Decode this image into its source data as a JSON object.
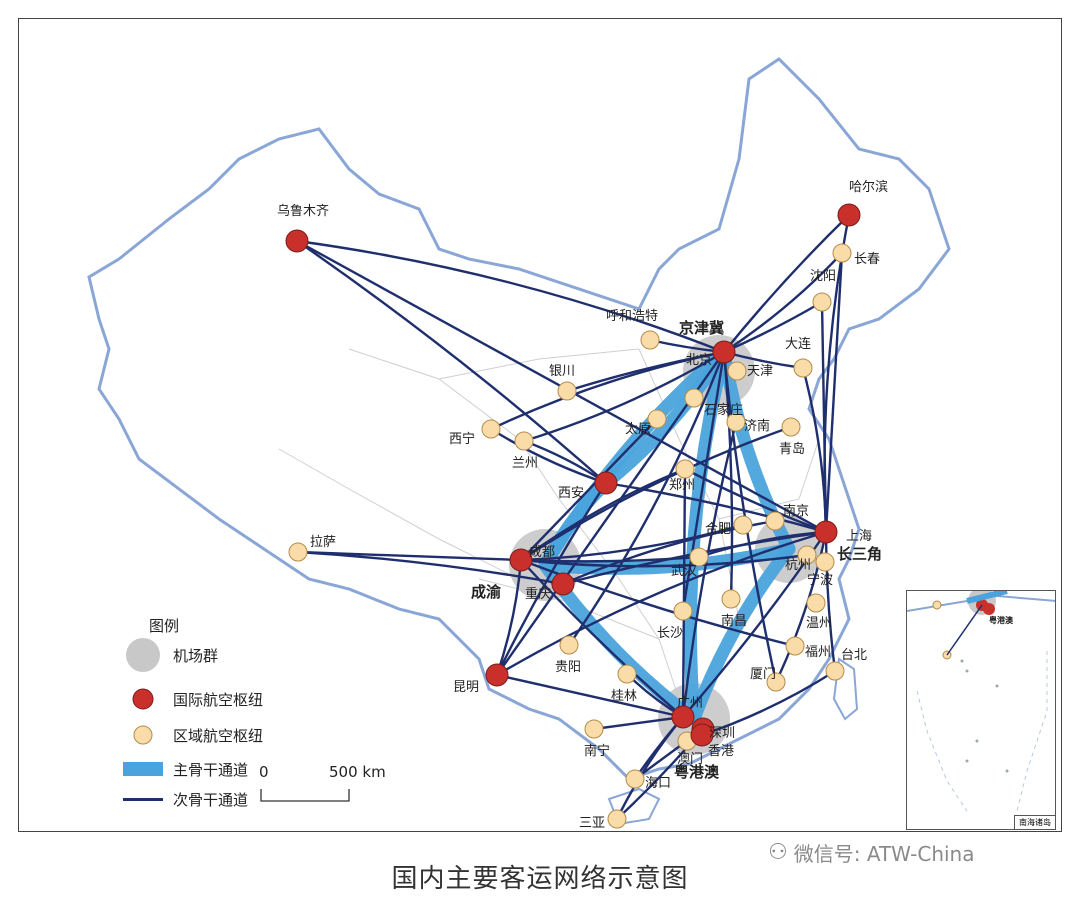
{
  "caption": "国内主要客运网络示意图",
  "watermark": "微信号: ATW-China",
  "colors": {
    "main_trunk": "#4aa3dc",
    "secondary_trunk": "#1f2f6e",
    "international_hub": "#c9302c",
    "regional_hub": "#f9dca7",
    "cluster": "#c8c8c8",
    "border": "#8aa6d6"
  },
  "clusters": [
    {
      "id": "jjj",
      "label": "京津冀"
    },
    {
      "id": "cy",
      "label": "成渝"
    },
    {
      "id": "csj",
      "label": "长三角"
    },
    {
      "id": "ygd",
      "label": "粤港澳"
    }
  ],
  "international_hubs": [
    {
      "id": "wlmq",
      "label": "乌鲁木齐"
    },
    {
      "id": "hrb",
      "label": "哈尔滨"
    },
    {
      "id": "bj",
      "label": "北京"
    },
    {
      "id": "xa",
      "label": "西安"
    },
    {
      "id": "cd",
      "label": "成都"
    },
    {
      "id": "cq",
      "label": "重庆"
    },
    {
      "id": "sh",
      "label": "上海"
    },
    {
      "id": "km",
      "label": "昆明"
    },
    {
      "id": "gz",
      "label": "广州"
    },
    {
      "id": "sz",
      "label": "深圳"
    },
    {
      "id": "hk",
      "label": "香港"
    }
  ],
  "regional_hubs": [
    {
      "id": "cc",
      "label": "长春"
    },
    {
      "id": "sy",
      "label": "沈阳"
    },
    {
      "id": "dl",
      "label": "大连"
    },
    {
      "id": "hhht",
      "label": "呼和浩特"
    },
    {
      "id": "tj",
      "label": "天津"
    },
    {
      "id": "sjz",
      "label": "石家庄"
    },
    {
      "id": "ty",
      "label": "太原"
    },
    {
      "id": "jn",
      "label": "济南"
    },
    {
      "id": "qd",
      "label": "青岛"
    },
    {
      "id": "yc",
      "label": "银川"
    },
    {
      "id": "xn",
      "label": "西宁"
    },
    {
      "id": "lz",
      "label": "兰州"
    },
    {
      "id": "zz",
      "label": "郑州"
    },
    {
      "id": "hf",
      "label": "合肥"
    },
    {
      "id": "nj",
      "label": "南京"
    },
    {
      "id": "hz",
      "label": "杭州"
    },
    {
      "id": "nb",
      "label": "宁波"
    },
    {
      "id": "ls",
      "label": "拉萨"
    },
    {
      "id": "wh",
      "label": "武汉"
    },
    {
      "id": "cs",
      "label": "长沙"
    },
    {
      "id": "nc",
      "label": "南昌"
    },
    {
      "id": "wz",
      "label": "温州"
    },
    {
      "id": "fz",
      "label": "福州"
    },
    {
      "id": "xm",
      "label": "厦门"
    },
    {
      "id": "tb",
      "label": "台北"
    },
    {
      "id": "gy",
      "label": "贵阳"
    },
    {
      "id": "gl",
      "label": "桂林"
    },
    {
      "id": "nn",
      "label": "南宁"
    },
    {
      "id": "mo",
      "label": "澳门"
    },
    {
      "id": "hk2",
      "label": "海口"
    },
    {
      "id": "sya",
      "label": "三亚"
    }
  ],
  "main_trunks": [
    [
      "bj",
      "cy"
    ],
    [
      "bj",
      "csj"
    ],
    [
      "bj",
      "ygd"
    ],
    [
      "cy",
      "csj"
    ],
    [
      "cy",
      "ygd"
    ],
    [
      "csj",
      "ygd"
    ],
    [
      "xa",
      "bj"
    ],
    [
      "xa",
      "cy"
    ]
  ],
  "secondary_trunks": [
    [
      "wlmq",
      "bj"
    ],
    [
      "wlmq",
      "xa"
    ],
    [
      "wlmq",
      "sh"
    ],
    [
      "hrb",
      "bj"
    ],
    [
      "hrb",
      "sh"
    ],
    [
      "cc",
      "bj"
    ],
    [
      "sy",
      "bj"
    ],
    [
      "cc",
      "sh"
    ],
    [
      "bj",
      "yc"
    ],
    [
      "bj",
      "xn"
    ],
    [
      "bj",
      "lz"
    ],
    [
      "bj",
      "hhht"
    ],
    [
      "bj",
      "km"
    ],
    [
      "bj",
      "xm"
    ],
    [
      "xa",
      "lz"
    ],
    [
      "xa",
      "xn"
    ],
    [
      "xa",
      "sh"
    ],
    [
      "cd",
      "ls"
    ],
    [
      "cq",
      "ls"
    ],
    [
      "km",
      "cd"
    ],
    [
      "km",
      "sh"
    ],
    [
      "km",
      "xa"
    ],
    [
      "km",
      "gz"
    ],
    [
      "cd",
      "gz"
    ],
    [
      "cd",
      "hz"
    ],
    [
      "cq",
      "nj"
    ],
    [
      "cq",
      "sh"
    ],
    [
      "gz",
      "nn"
    ],
    [
      "gz",
      "hk2"
    ],
    [
      "gz",
      "sya"
    ],
    [
      "gz",
      "gl"
    ],
    [
      "sz",
      "sya"
    ],
    [
      "sz",
      "hk2"
    ],
    [
      "sh",
      "tb"
    ],
    [
      "hk",
      "tb"
    ],
    [
      "sh",
      "xm"
    ],
    [
      "sh",
      "gz"
    ],
    [
      "zz",
      "gz"
    ],
    [
      "zz",
      "sh"
    ],
    [
      "zz",
      "cd"
    ],
    [
      "wh",
      "sh"
    ],
    [
      "wh",
      "cd"
    ],
    [
      "cs",
      "bj"
    ],
    [
      "nc",
      "bj"
    ],
    [
      "gy",
      "bj"
    ],
    [
      "hf",
      "cd"
    ],
    [
      "fz",
      "cd"
    ],
    [
      "ty",
      "cd"
    ],
    [
      "jn",
      "gz"
    ],
    [
      "qd",
      "cd"
    ],
    [
      "dl",
      "sh"
    ],
    [
      "dl",
      "bj"
    ],
    [
      "sy",
      "sh"
    ]
  ],
  "legend": {
    "title": "图例",
    "cluster": "机场群",
    "international": "国际航空枢纽",
    "regional": "区域航空枢纽",
    "main": "主骨干通道",
    "secondary": "次骨干通道"
  },
  "scale": {
    "zero": "0",
    "distance": "500 km"
  },
  "inset": {
    "title": "南海诸岛",
    "label": "粤港澳"
  }
}
